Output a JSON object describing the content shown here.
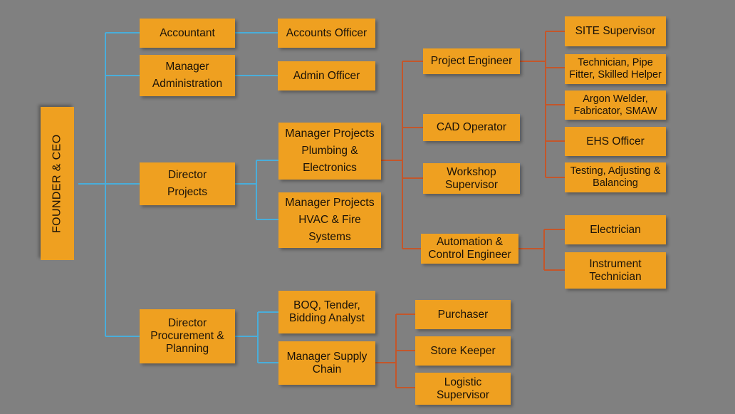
{
  "chart_data": {
    "type": "diagram",
    "title": "Organizational Chart",
    "background_color": "#808080",
    "node_color": "#EFA020",
    "connector_colors": {
      "primary": "#49AEDB",
      "secondary": "#C4562A"
    }
  },
  "nodes": {
    "founder_ceo": {
      "lines": [
        "FOUNDER & CEO"
      ]
    },
    "accountant": {
      "lines": [
        "Accountant"
      ]
    },
    "accounts_officer": {
      "lines": [
        "Accounts Officer"
      ]
    },
    "manager_administration": {
      "lines": [
        "Manager",
        "Administration"
      ]
    },
    "admin_officer": {
      "lines": [
        "Admin Officer"
      ]
    },
    "director_projects": {
      "lines": [
        "Director",
        "Projects"
      ]
    },
    "manager_projects_plumbing": {
      "lines": [
        "Manager Projects",
        "Plumbing &",
        "Electronics"
      ]
    },
    "manager_projects_hvac": {
      "lines": [
        "Manager Projects",
        "HVAC & Fire",
        "Systems"
      ]
    },
    "project_engineer": {
      "lines": [
        "Project Engineer"
      ]
    },
    "cad_operator": {
      "lines": [
        "CAD Operator"
      ]
    },
    "workshop_supervisor": {
      "lines": [
        "Workshop",
        "Supervisor"
      ]
    },
    "automation_control_engineer": {
      "lines": [
        "Automation &",
        "Control Engineer"
      ]
    },
    "site_supervisor": {
      "lines": [
        "SITE Supervisor"
      ]
    },
    "technician_pipe_fitter": {
      "lines": [
        "Technician, Pipe",
        "Fitter, Skilled Helper"
      ]
    },
    "argon_welder": {
      "lines": [
        "Argon Welder,",
        "Fabricator, SMAW"
      ]
    },
    "ehs_officer": {
      "lines": [
        "EHS Officer"
      ]
    },
    "testing_adjusting_balancing": {
      "lines": [
        "Testing, Adjusting &",
        "Balancing"
      ]
    },
    "electrician": {
      "lines": [
        "Electrician"
      ]
    },
    "instrument_technician": {
      "lines": [
        "Instrument",
        "Technician"
      ]
    },
    "director_procurement": {
      "lines": [
        "Director",
        "Procurement &",
        "Planning"
      ]
    },
    "boq_tender_bidding_analyst": {
      "lines": [
        "BOQ, Tender,",
        "Bidding Analyst"
      ]
    },
    "manager_supply_chain": {
      "lines": [
        "Manager Supply",
        "Chain"
      ]
    },
    "purchaser": {
      "lines": [
        "Purchaser"
      ]
    },
    "store_keeper": {
      "lines": [
        "Store Keeper"
      ]
    },
    "logistic_supervisor": {
      "lines": [
        "Logistic",
        "Supervisor"
      ]
    }
  }
}
